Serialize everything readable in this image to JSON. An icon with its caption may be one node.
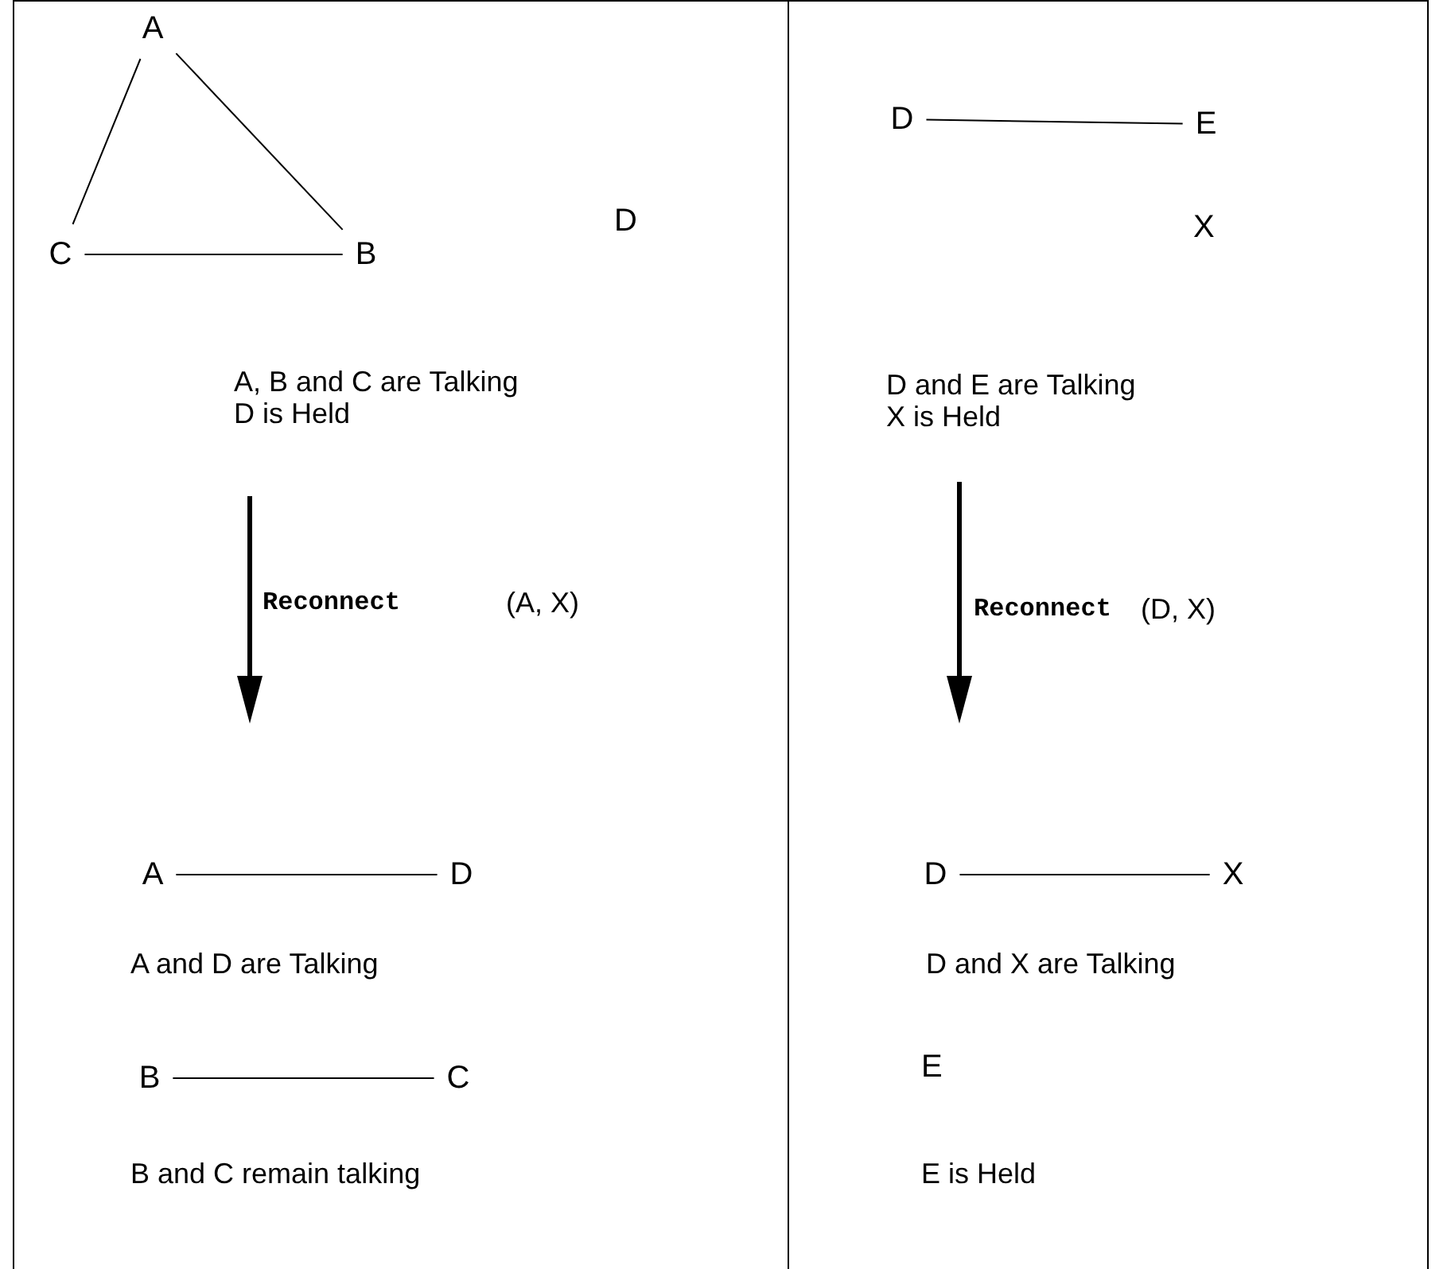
{
  "diagram": {
    "nodes": [
      {
        "text": [
          "A"
        ]
      },
      {
        "text": [
          "C"
        ]
      },
      {
        "text": [
          "B"
        ]
      },
      {
        "text": [
          "A"
        ]
      },
      {
        "text": [
          "D"
        ]
      },
      {
        "text": [
          "B"
        ]
      },
      {
        "text": [
          "C"
        ]
      },
      {
        "text": [
          "D"
        ]
      },
      {
        "text": [
          "E"
        ]
      },
      {
        "text": [
          "D"
        ]
      },
      {
        "text": [
          "X"
        ]
      }
    ],
    "edges": [
      {
        "from": 0,
        "to": 1,
        "arrow": "none"
      },
      {
        "from": 0,
        "to": 2,
        "arrow": "none"
      },
      {
        "from": 1,
        "to": 2,
        "arrow": "none"
      },
      {
        "from": 3,
        "to": 4,
        "arrow": "none"
      },
      {
        "from": 5,
        "to": 6,
        "arrow": "none"
      },
      {
        "from": 7,
        "to": 8,
        "arrow": "none"
      },
      {
        "from": 9,
        "to": 10,
        "arrow": "none"
      }
    ],
    "labels": [
      "D",
      "A, B and C are Talking",
      "D is Held",
      "Reconnect",
      "(A, X)",
      "A and D are Talking",
      "B and C remain talking",
      "X",
      "D and E are Talking",
      "X is Held",
      "Reconnect",
      "(D, X)",
      "D and X are Talking",
      "E",
      "E is Held"
    ]
  }
}
